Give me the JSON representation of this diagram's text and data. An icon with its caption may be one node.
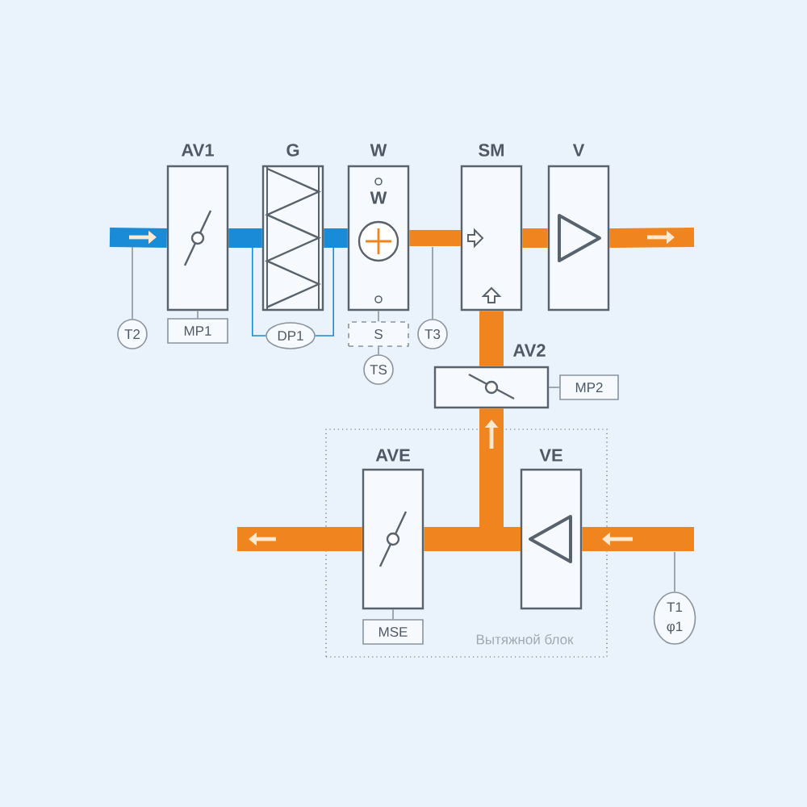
{
  "diagram": {
    "nodes": [
      {
        "text": [
          "AV1"
        ]
      },
      {
        "text": [
          "G"
        ]
      },
      {
        "text": [
          "W",
          "W"
        ]
      },
      {
        "text": [
          "SM"
        ]
      },
      {
        "text": [
          "V"
        ]
      },
      {
        "text": [
          "AV2"
        ]
      },
      {
        "text": [
          "Вытяжной блок"
        ]
      },
      {
        "text": [
          "AVE"
        ],
        "in": 6
      },
      {
        "text": [
          "VE"
        ],
        "in": 6
      },
      {
        "text": [
          "T2"
        ]
      },
      {
        "text": [
          "MP1"
        ]
      },
      {
        "text": [
          "DP1"
        ]
      },
      {
        "text": [
          "S"
        ]
      },
      {
        "text": [
          "TS"
        ]
      },
      {
        "text": [
          "T3"
        ]
      },
      {
        "text": [
          "MP2"
        ]
      },
      {
        "text": [
          "MSE"
        ],
        "in": 6
      },
      {
        "text": [
          "T1 φ1"
        ]
      }
    ],
    "edges": [
      {
        "from": null,
        "to": 0,
        "arrow": "to",
        "color": "#1a8bd6"
      },
      {
        "from": 0,
        "to": 1,
        "arrow": "none",
        "color": "#1a8bd6"
      },
      {
        "from": 1,
        "to": 2,
        "arrow": "none",
        "color": "#1a8bd6"
      },
      {
        "from": 2,
        "to": 3,
        "arrow": "none",
        "color": "#f0841e"
      },
      {
        "from": 3,
        "to": 4,
        "arrow": "none",
        "color": "#f0841e"
      },
      {
        "from": 4,
        "to": null,
        "arrow": "to",
        "color": "#f0841e"
      },
      {
        "from": null,
        "to": 8,
        "arrow": "to",
        "color": "#f0841e"
      },
      {
        "from": 8,
        "to": 7,
        "arrow": "none",
        "color": "#f0841e"
      },
      {
        "from": 7,
        "to": null,
        "arrow": "to",
        "color": "#f0841e"
      },
      {
        "from": 8,
        "to": 5,
        "arrow": "to",
        "color": "#f0841e"
      },
      {
        "from": 5,
        "to": 3,
        "arrow": "none",
        "color": "#f0841e"
      },
      {
        "from": 9,
        "to": null,
        "arrow": "none",
        "color": "#8a949f"
      },
      {
        "from": 10,
        "to": 0,
        "arrow": "none",
        "color": "#8a949f"
      },
      {
        "from": 11,
        "to": 1,
        "arrow": "none",
        "color": "#1a8bd6"
      },
      {
        "from": 11,
        "to": 1,
        "arrow": "none",
        "color": "#1a8bd6"
      },
      {
        "from": 12,
        "to": 2,
        "arrow": "none",
        "color": "#8a949f"
      },
      {
        "from": 13,
        "to": 12,
        "arrow": "none",
        "color": "#8a949f"
      },
      {
        "from": 14,
        "to": null,
        "arrow": "none",
        "color": "#8a949f"
      },
      {
        "from": 15,
        "to": 5,
        "arrow": "none",
        "color": "#8a949f"
      },
      {
        "from": 16,
        "to": 7,
        "arrow": "none",
        "color": "#8a949f"
      },
      {
        "from": 17,
        "to": null,
        "arrow": "none",
        "color": "#8a949f"
      }
    ]
  }
}
